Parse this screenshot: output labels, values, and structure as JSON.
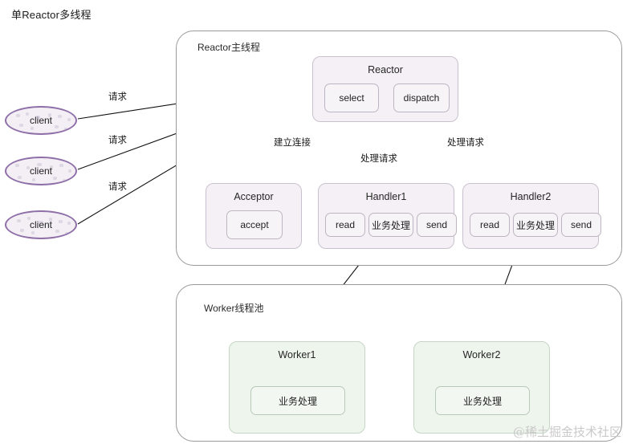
{
  "title": "单Reactor多线程",
  "watermark": "@稀土掘金技术社区",
  "containers": {
    "reactor_thread": {
      "label": "Reactor主线程"
    },
    "worker_pool": {
      "label": "Worker线程池"
    }
  },
  "clients": [
    {
      "label": "client"
    },
    {
      "label": "client"
    },
    {
      "label": "client"
    }
  ],
  "nodes": {
    "reactor": {
      "title": "Reactor",
      "chips": [
        "select",
        "dispatch"
      ]
    },
    "acceptor": {
      "title": "Acceptor",
      "chips": [
        "accept"
      ]
    },
    "handler1": {
      "title": "Handler1",
      "chips": [
        "read",
        "业务处理",
        "send"
      ]
    },
    "handler2": {
      "title": "Handler2",
      "chips": [
        "read",
        "业务处理",
        "send"
      ]
    },
    "worker1": {
      "title": "Worker1",
      "chips": [
        "业务处理"
      ]
    },
    "worker2": {
      "title": "Worker2",
      "chips": [
        "业务处理"
      ]
    }
  },
  "edge_labels": {
    "request_1": "请求",
    "request_2": "请求",
    "request_3": "请求",
    "establish_connection": "建立连接",
    "handle_request_mid": "处理请求",
    "handle_request_right": "处理请求"
  },
  "colors": {
    "node_fill": "#f4f0f5",
    "node_border": "#c9c2ce",
    "worker_fill": "#eef5ed",
    "worker_border": "#c6d6c6",
    "client_border": "#8e6fa8",
    "edge_stroke": "#111111",
    "container_border": "#9a9a9a"
  }
}
